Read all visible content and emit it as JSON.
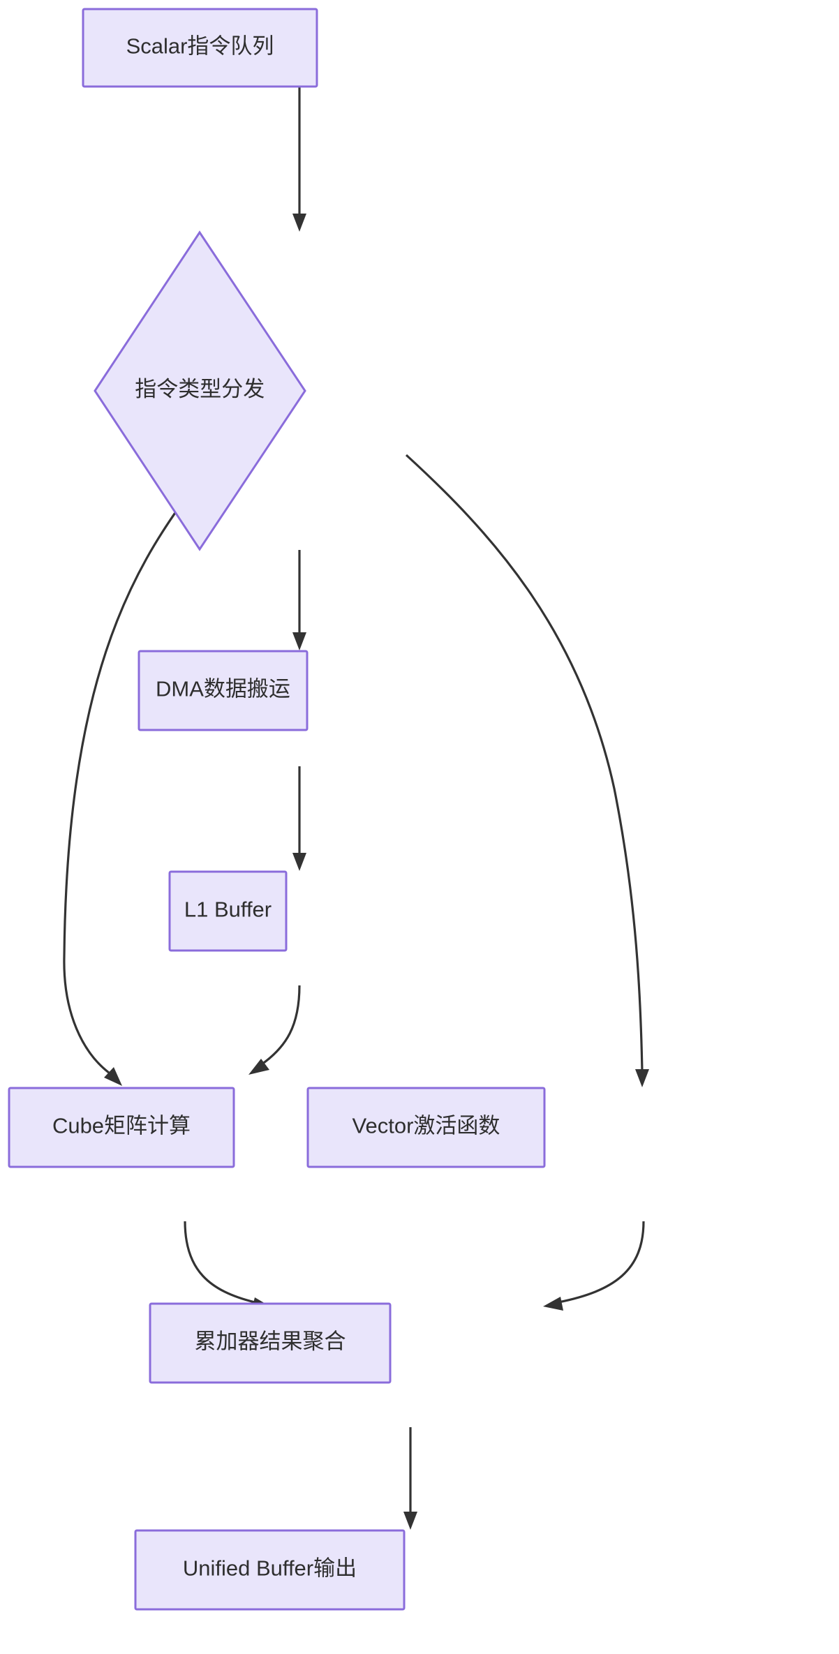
{
  "diagram": {
    "type": "flowchart",
    "direction": "top-to-bottom",
    "background_color": "#ffffff",
    "node_fill_color": "#e9e5fb",
    "node_border_color": "#8a6cdb",
    "edge_color": "#333333",
    "text_color": "#2e2e2e",
    "nodes": [
      {
        "id": "scalar-queue",
        "shape": "rectangle",
        "label": "Scalar指令队列"
      },
      {
        "id": "dispatch",
        "shape": "diamond",
        "label": "指令类型分发"
      },
      {
        "id": "dma",
        "shape": "rectangle",
        "label": "DMA数据搬运"
      },
      {
        "id": "l1-buffer",
        "shape": "rectangle",
        "label": "L1 Buffer"
      },
      {
        "id": "cube",
        "shape": "rectangle",
        "label": "Cube矩阵计算"
      },
      {
        "id": "vector",
        "shape": "rectangle",
        "label": "Vector激活函数"
      },
      {
        "id": "accumulator",
        "shape": "rectangle",
        "label": "累加器结果聚合"
      },
      {
        "id": "unified-buffer",
        "shape": "rectangle",
        "label": "Unified Buffer输出"
      }
    ],
    "edges": [
      {
        "from": "scalar-queue",
        "to": "dispatch",
        "label": ""
      },
      {
        "from": "dispatch",
        "to": "cube",
        "label": ""
      },
      {
        "from": "dispatch",
        "to": "dma",
        "label": ""
      },
      {
        "from": "dispatch",
        "to": "vector",
        "label": ""
      },
      {
        "from": "dma",
        "to": "l1-buffer",
        "label": ""
      },
      {
        "from": "l1-buffer",
        "to": "cube",
        "label": ""
      },
      {
        "from": "cube",
        "to": "accumulator",
        "label": ""
      },
      {
        "from": "vector",
        "to": "accumulator",
        "label": ""
      },
      {
        "from": "accumulator",
        "to": "unified-buffer",
        "label": ""
      }
    ]
  }
}
